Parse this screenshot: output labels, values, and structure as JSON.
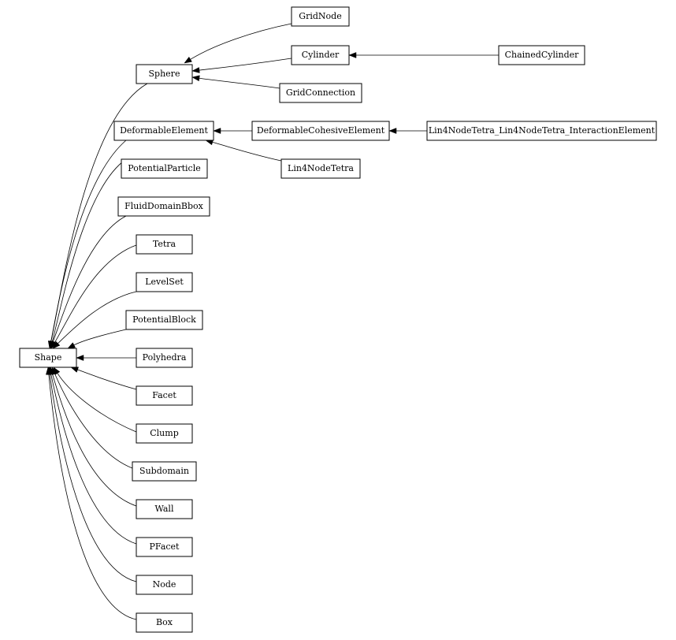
{
  "diagram": {
    "nodes": {
      "shape": "Shape",
      "sphere": "Sphere",
      "grid_node": "GridNode",
      "cylinder": "Cylinder",
      "chained_cylinder": "ChainedCylinder",
      "grid_connection": "GridConnection",
      "deformable_element": "DeformableElement",
      "deformable_cohesive_element": "DeformableCohesiveElement",
      "lin4_interaction_element": "Lin4NodeTetra_Lin4NodeTetra_InteractionElement",
      "lin4_node_tetra": "Lin4NodeTetra",
      "potential_particle": "PotentialParticle",
      "fluid_domain_bbox": "FluidDomainBbox",
      "tetra": "Tetra",
      "level_set": "LevelSet",
      "potential_block": "PotentialBlock",
      "polyhedra": "Polyhedra",
      "facet": "Facet",
      "clump": "Clump",
      "subdomain": "Subdomain",
      "wall": "Wall",
      "pfacet": "PFacet",
      "node": "Node",
      "box": "Box"
    },
    "edges": [
      {
        "from": "grid_node",
        "to": "sphere"
      },
      {
        "from": "cylinder",
        "to": "sphere"
      },
      {
        "from": "grid_connection",
        "to": "sphere"
      },
      {
        "from": "chained_cylinder",
        "to": "cylinder"
      },
      {
        "from": "deformable_cohesive_element",
        "to": "deformable_element"
      },
      {
        "from": "lin4_node_tetra",
        "to": "deformable_element"
      },
      {
        "from": "lin4_interaction_element",
        "to": "deformable_cohesive_element"
      },
      {
        "from": "sphere",
        "to": "shape"
      },
      {
        "from": "deformable_element",
        "to": "shape"
      },
      {
        "from": "potential_particle",
        "to": "shape"
      },
      {
        "from": "fluid_domain_bbox",
        "to": "shape"
      },
      {
        "from": "tetra",
        "to": "shape"
      },
      {
        "from": "level_set",
        "to": "shape"
      },
      {
        "from": "potential_block",
        "to": "shape"
      },
      {
        "from": "polyhedra",
        "to": "shape"
      },
      {
        "from": "facet",
        "to": "shape"
      },
      {
        "from": "clump",
        "to": "shape"
      },
      {
        "from": "subdomain",
        "to": "shape"
      },
      {
        "from": "wall",
        "to": "shape"
      },
      {
        "from": "pfacet",
        "to": "shape"
      },
      {
        "from": "node",
        "to": "shape"
      },
      {
        "from": "box",
        "to": "shape"
      }
    ]
  }
}
